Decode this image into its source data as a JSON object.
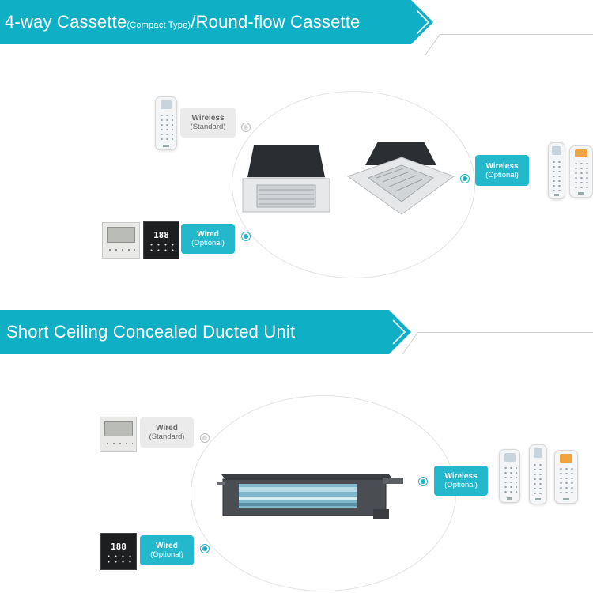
{
  "section1": {
    "title_part1": "4-way Cassette",
    "title_small": "(Compact Type)",
    "title_part2": "/Round-flow Cassette",
    "label_wireless_std": {
      "title": "Wireless",
      "sub": "(Standard)"
    },
    "label_wired_opt": {
      "title": "Wired",
      "sub": "(Optional)"
    },
    "label_wireless_opt": {
      "title": "Wireless",
      "sub": "(Optional)"
    },
    "black_panel_digits": "188"
  },
  "section2": {
    "title": "Short Ceiling Concealed Ducted Unit",
    "label_wired_std": {
      "title": "Wired",
      "sub": "(Standard)"
    },
    "label_wired_opt": {
      "title": "Wired",
      "sub": "(Optional)"
    },
    "label_wireless_opt": {
      "title": "Wireless",
      "sub": "(Optional)"
    },
    "black_panel_digits": "188"
  },
  "colors": {
    "banner": "#0fb0c6",
    "label_teal": "#24b8cd",
    "label_gray": "#ebebeb"
  }
}
